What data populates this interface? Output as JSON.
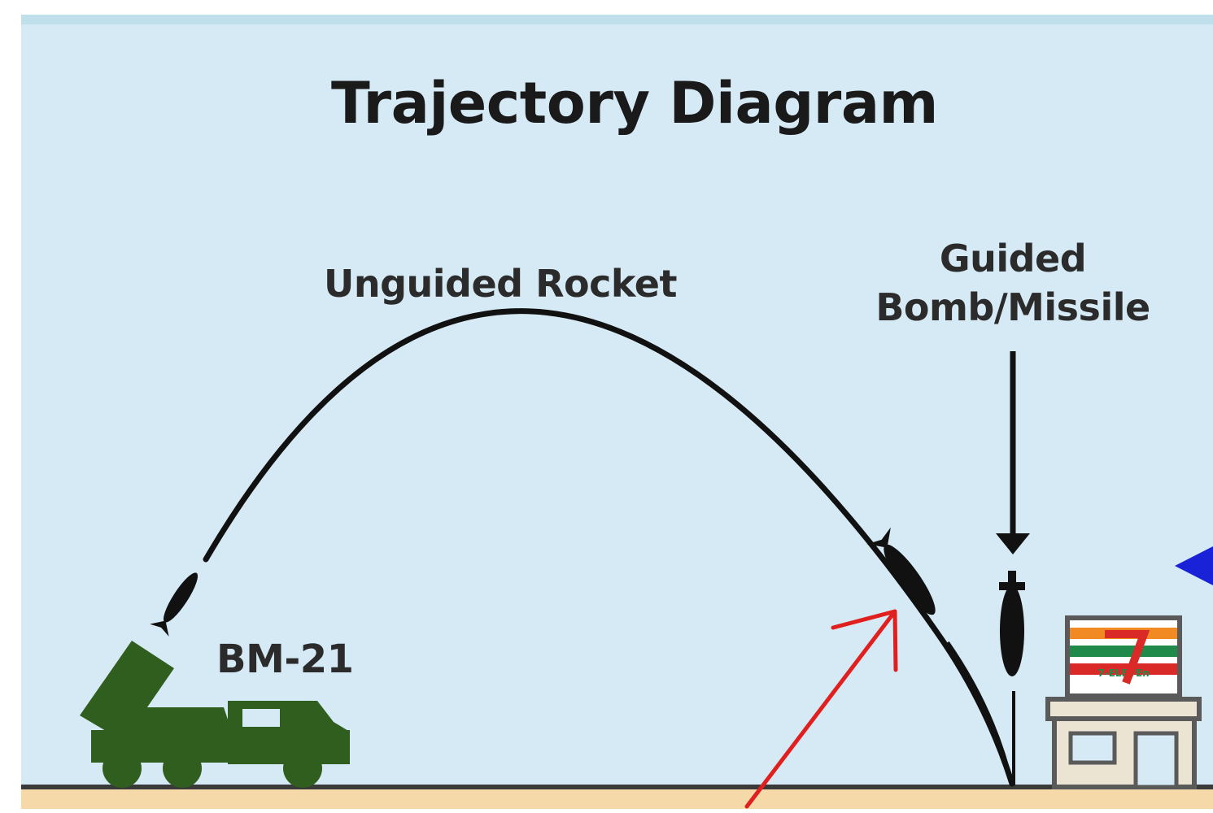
{
  "title": "Trajectory Diagram",
  "labels": {
    "unguided": "Unguided Rocket",
    "guided_line1": "Guided",
    "guided_line2": "Bomb/Missile",
    "launcher": "BM-21"
  },
  "store_sign": "7-ELEVEn",
  "colors": {
    "sky": "#d6eaf5",
    "ground": "#f5d9a8",
    "launcher": "#2f5e1e",
    "trajectory": "#111111",
    "annotation_arrow": "#e0201f",
    "pointer_arrow": "#1a22d8",
    "store_orange": "#f18a22",
    "store_green": "#1f8a4a",
    "store_red": "#d92a27",
    "store_wall": "#ece4d2",
    "store_trim": "#5a5a5a"
  },
  "icons": [
    "truck-launcher-icon",
    "rocket-icon",
    "bomb-icon",
    "convenience-store-icon",
    "arrow-icon"
  ]
}
